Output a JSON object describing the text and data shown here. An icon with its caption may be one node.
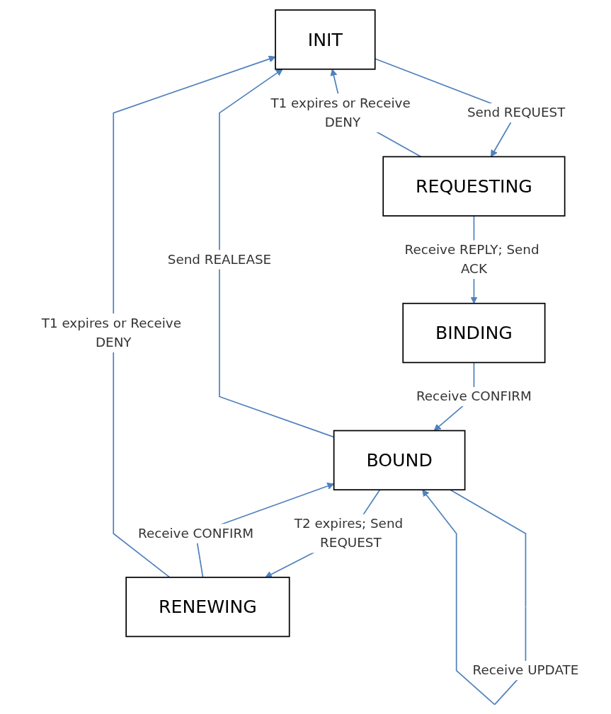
{
  "diagram": {
    "nodes": [
      {
        "text": [
          "INIT"
        ]
      },
      {
        "text": [
          "REQUESTING"
        ]
      },
      {
        "text": [
          "BINDING"
        ]
      },
      {
        "text": [
          "BOUND"
        ]
      },
      {
        "text": [
          "RENEWING"
        ]
      }
    ],
    "edges": [
      {
        "from": 0,
        "to": 1,
        "arrow": "to",
        "label": "Send REQUEST"
      },
      {
        "from": 1,
        "to": 0,
        "arrow": "to",
        "label": "T1 expires or Receive DENY"
      },
      {
        "from": 1,
        "to": 2,
        "arrow": "to",
        "label": "Receive REPLY; Send ACK"
      },
      {
        "from": 2,
        "to": 3,
        "arrow": "to",
        "label": "Receive CONFIRM"
      },
      {
        "from": 3,
        "to": 0,
        "arrow": "to",
        "label": "Send REALEASE"
      },
      {
        "from": 3,
        "to": 3,
        "arrow": "to",
        "label": "Receive UPDATE"
      },
      {
        "from": 3,
        "to": 4,
        "arrow": "to",
        "label": "T2 expires; Send REQUEST"
      },
      {
        "from": 4,
        "to": 3,
        "arrow": "to",
        "label": "Receive CONFIRM"
      },
      {
        "from": 4,
        "to": 0,
        "arrow": "to",
        "label": "T1 expires or Receive DENY"
      }
    ]
  }
}
